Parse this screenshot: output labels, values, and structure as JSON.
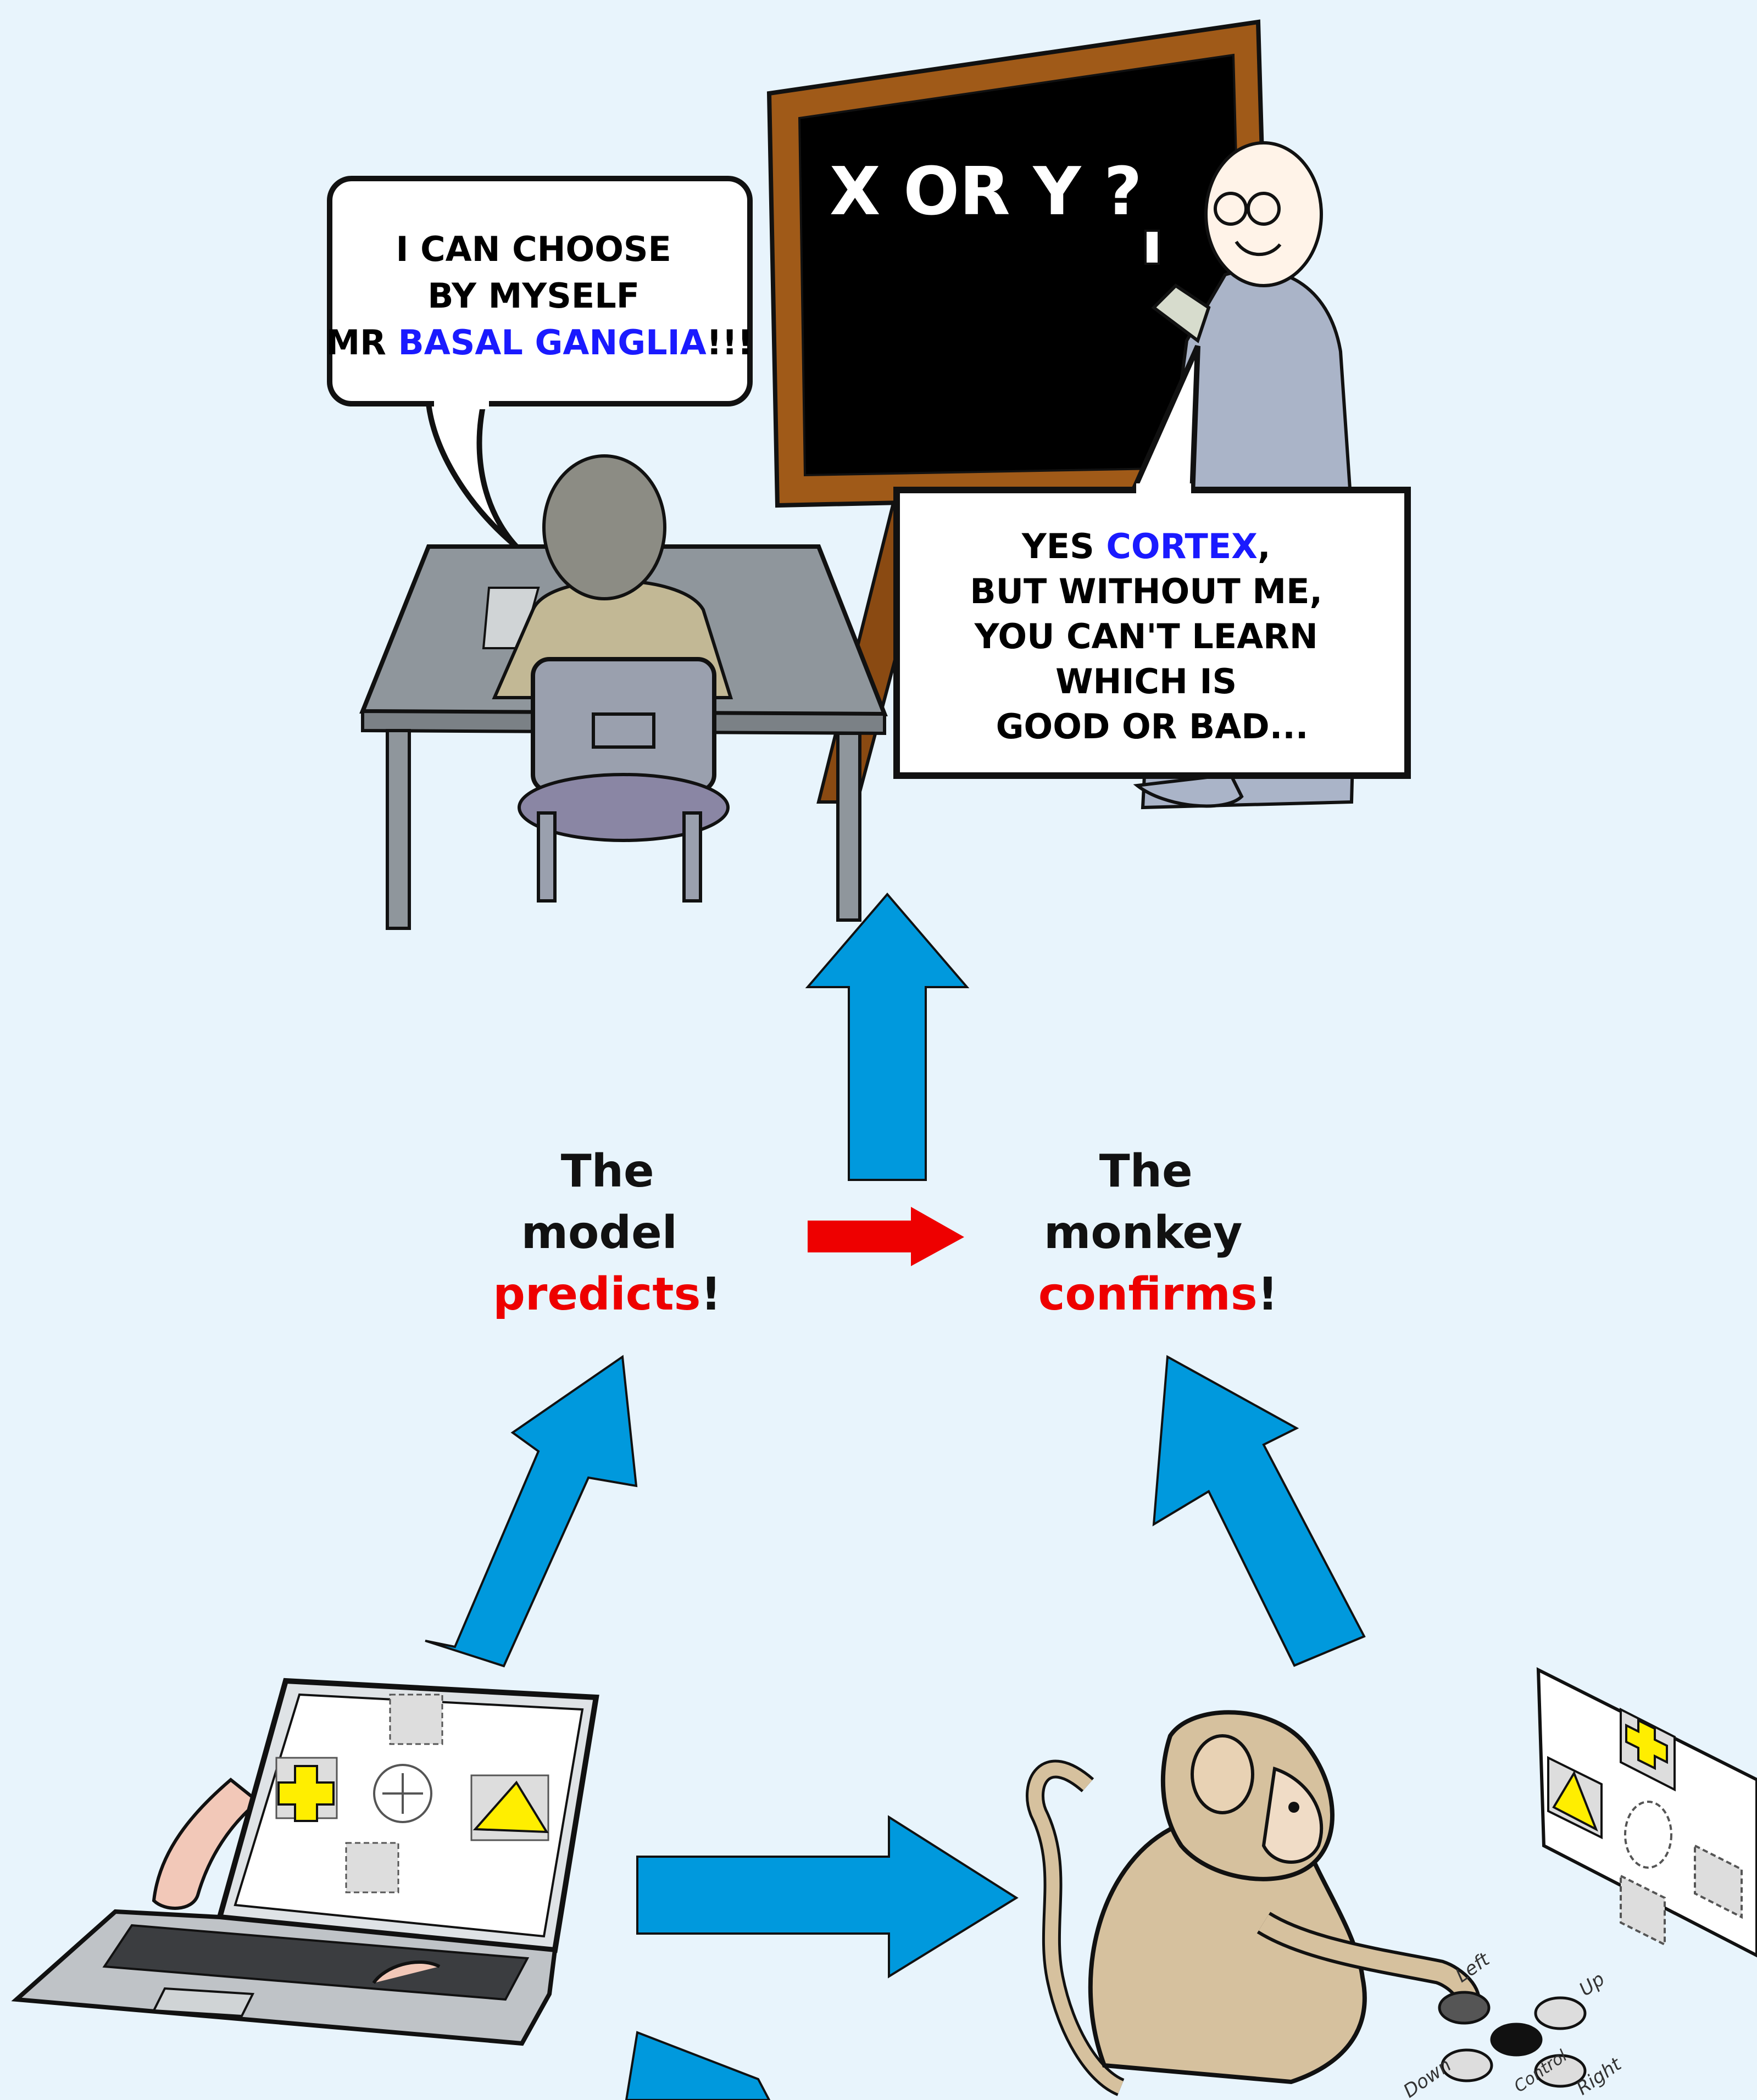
{
  "blackboard": {
    "text": "X OR Y ?"
  },
  "student_bubble": {
    "line1": "I CAN CHOOSE",
    "line2": "BY MYSELF",
    "line3_prefix": "MR ",
    "line3_highlight": "BASAL GANGLIA",
    "line3_suffix": "!!!"
  },
  "teacher_bubble": {
    "line1_prefix": "YES ",
    "line1_highlight": "CORTEX",
    "line1_suffix": ",",
    "line2": "BUT WITHOUT ME,",
    "line3": "YOU CAN'T LEARN",
    "line4": "WHICH IS",
    "line5": "GOOD OR BAD..."
  },
  "model_label": {
    "line1": "The",
    "line2": "model",
    "verb": "predicts",
    "punct": "!"
  },
  "monkey_label": {
    "line1": "The",
    "line2": "monkey",
    "verb": "confirms",
    "punct": "!"
  },
  "button_labels": {
    "left": "Left",
    "up": "Up",
    "down": "Down",
    "right": "Right",
    "center": "Control"
  },
  "colors": {
    "background": "#e8f4fc",
    "arrow_blue": "#0099dd",
    "arrow_red": "#ee0000",
    "highlight_blue": "#1a1aff",
    "highlight_red": "#ee0000",
    "board_frame": "#8a4a12",
    "stimulus_yellow": "#ffee00"
  }
}
